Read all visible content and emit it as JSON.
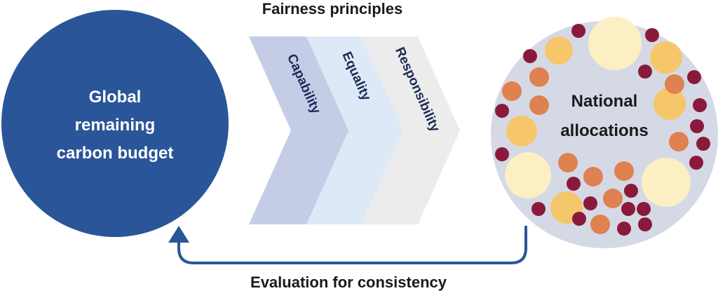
{
  "title": "Fairness principles",
  "budget_circle": {
    "lines": [
      "Global",
      "remaining",
      "carbon budget"
    ],
    "fill": "#2a5598"
  },
  "principles": [
    {
      "label": "Capability",
      "fill": "#c5cde6"
    },
    {
      "label": "Equality",
      "fill": "#dde9f6"
    },
    {
      "label": "Responsibility",
      "fill": "#ececec"
    }
  ],
  "allocations_circle": {
    "lines": [
      "National",
      "allocations"
    ],
    "fill": "#d5d9e6"
  },
  "feedback_label": "Evaluation for consistency",
  "colors": {
    "text_dark": "#1a1a1a",
    "principle_text": "#1b2a55",
    "arrow": "#2a5598",
    "large_dot": "#fcefc4",
    "medium_dot": "#f6c66a",
    "small_orange_dot": "#df8151",
    "tiny_dot": "#8a1a3c"
  }
}
